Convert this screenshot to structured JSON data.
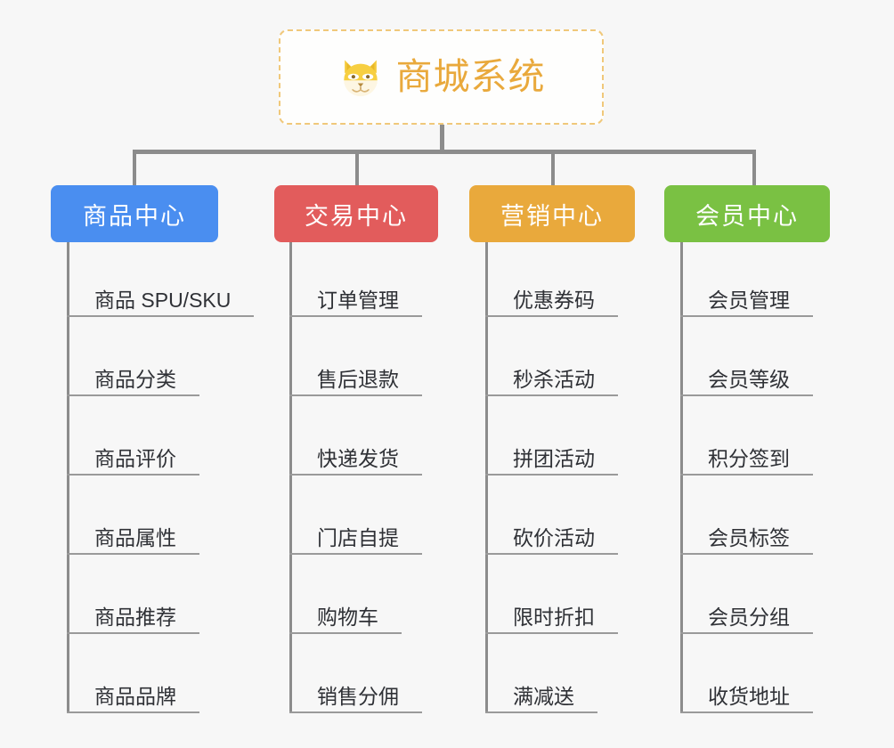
{
  "root": {
    "title": "商城系统",
    "icon": "shiba-dog-emoji",
    "title_color": "#e9a93c",
    "border_color": "#f0c87a"
  },
  "background_color": "#f7f7f7",
  "connector_color": "#8c8c8c",
  "columns": [
    {
      "id": "product-center",
      "label": "商品中心",
      "color": "#4a8ef0",
      "items": [
        "商品 SPU/SKU",
        "商品分类",
        "商品评价",
        "商品属性",
        "商品推荐",
        "商品品牌"
      ]
    },
    {
      "id": "trade-center",
      "label": "交易中心",
      "color": "#e25c5c",
      "items": [
        "订单管理",
        "售后退款",
        "快递发货",
        "门店自提",
        "购物车",
        "销售分佣"
      ]
    },
    {
      "id": "marketing-center",
      "label": "营销中心",
      "color": "#e9a93c",
      "items": [
        "优惠券码",
        "秒杀活动",
        "拼团活动",
        "砍价活动",
        "限时折扣",
        "满减送"
      ]
    },
    {
      "id": "member-center",
      "label": "会员中心",
      "color": "#7ac143",
      "items": [
        "会员管理",
        "会员等级",
        "积分签到",
        "会员标签",
        "会员分组",
        "收货地址"
      ]
    }
  ]
}
